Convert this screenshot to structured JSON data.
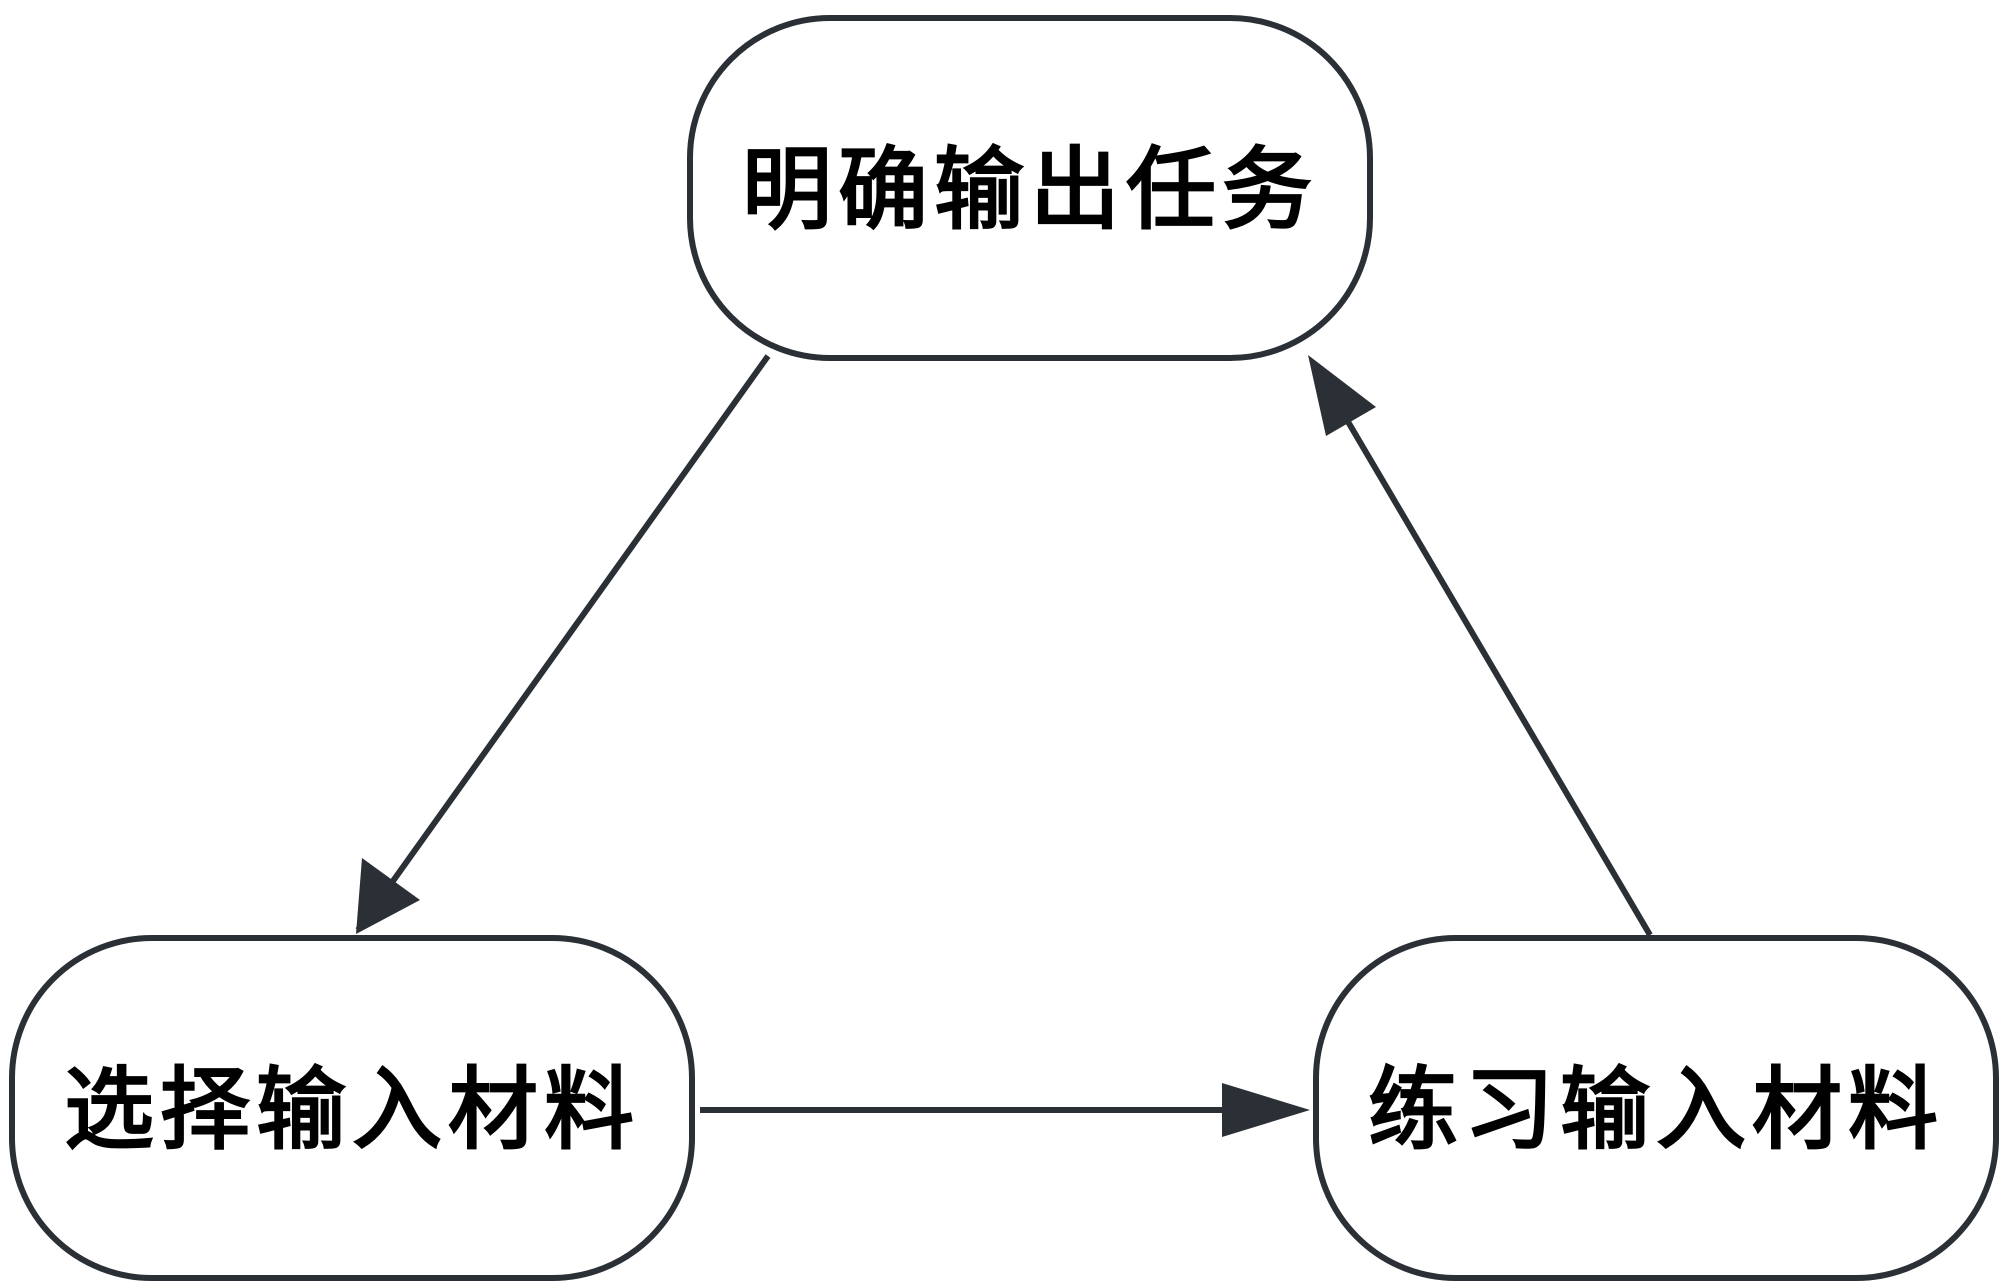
{
  "diagram": {
    "nodes": [
      {
        "id": "define-output-task",
        "label": "明确输出任务"
      },
      {
        "id": "select-input-material",
        "label": "选择输入材料"
      },
      {
        "id": "practice-input-material",
        "label": "练习输入材料"
      }
    ],
    "edges": [
      {
        "from": "define-output-task",
        "to": "select-input-material"
      },
      {
        "from": "select-input-material",
        "to": "practice-input-material"
      },
      {
        "from": "practice-input-material",
        "to": "define-output-task"
      }
    ],
    "colors": {
      "stroke": "#2b2f36",
      "text": "#000000",
      "background": "#ffffff"
    }
  }
}
